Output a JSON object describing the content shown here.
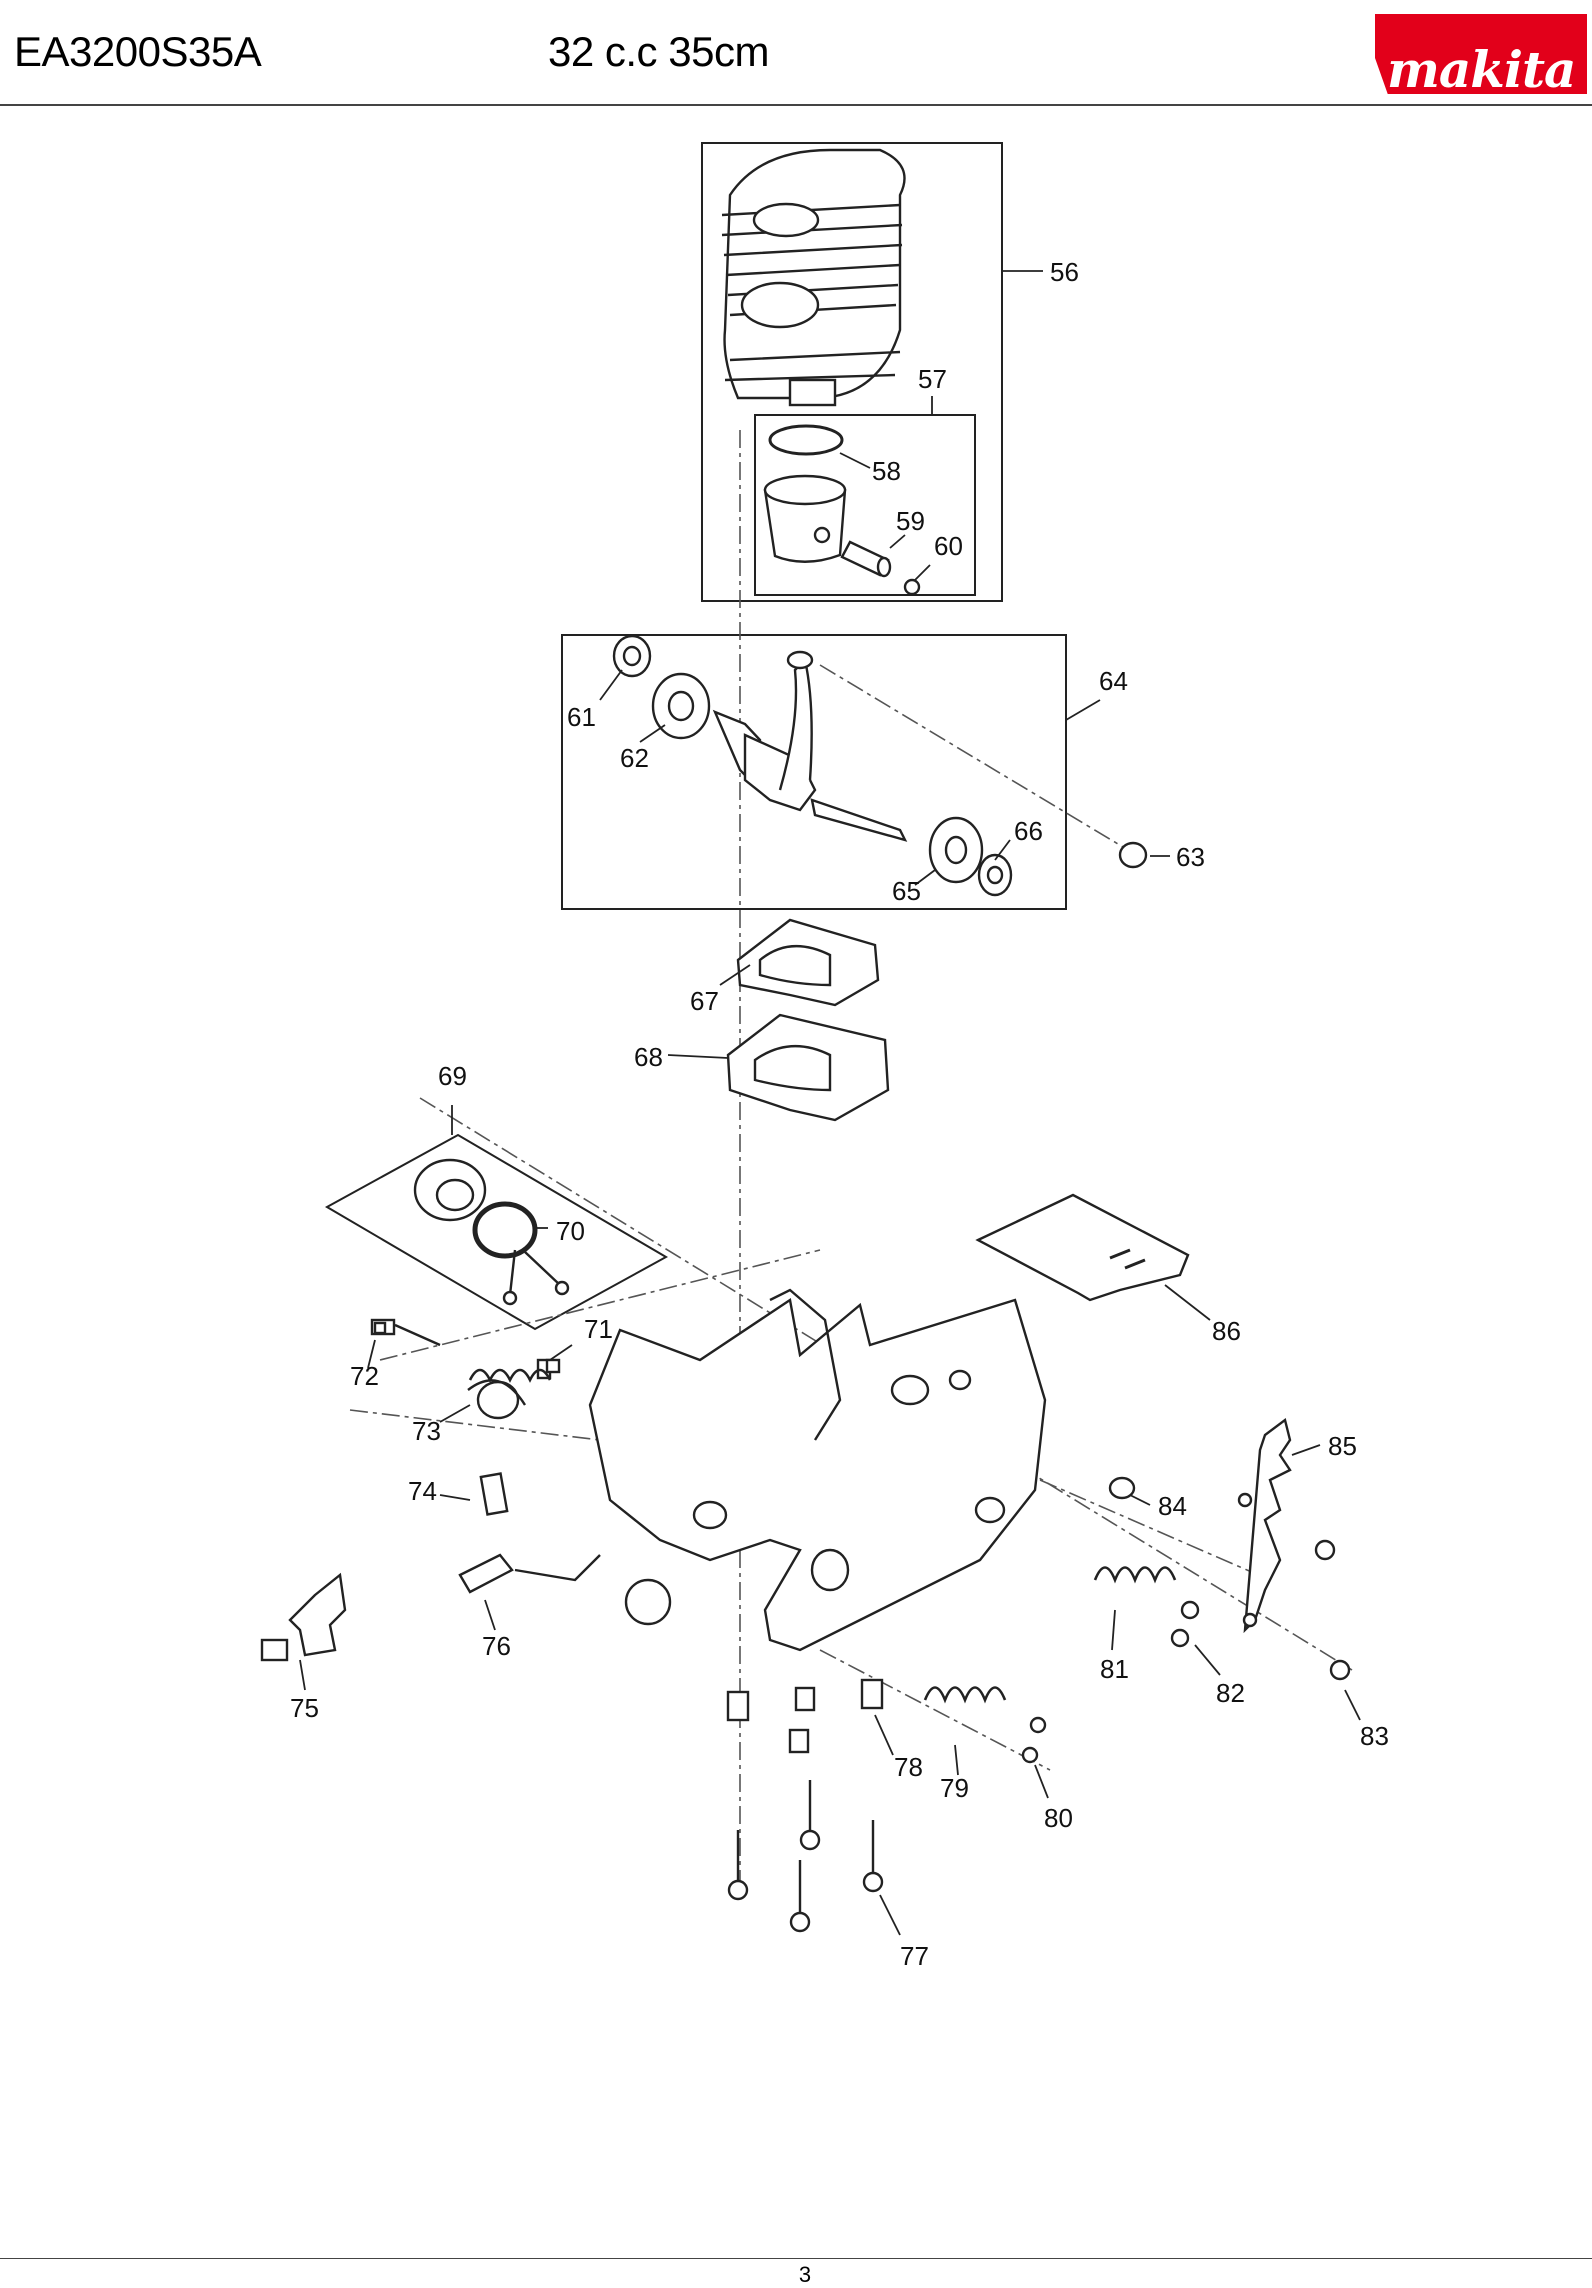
{
  "header": {
    "model": "EA3200S35A",
    "spec": "32 c.c 35cm",
    "brand": "makita",
    "brand_color": "#e2001a"
  },
  "footer": {
    "page_number": "3"
  },
  "callouts": [
    "56",
    "57",
    "58",
    "59",
    "60",
    "61",
    "62",
    "64",
    "66",
    "63",
    "65",
    "67",
    "68",
    "69",
    "70",
    "71",
    "72",
    "73",
    "86",
    "85",
    "74",
    "84",
    "76",
    "81",
    "82",
    "75",
    "83",
    "78",
    "79",
    "80",
    "77"
  ]
}
